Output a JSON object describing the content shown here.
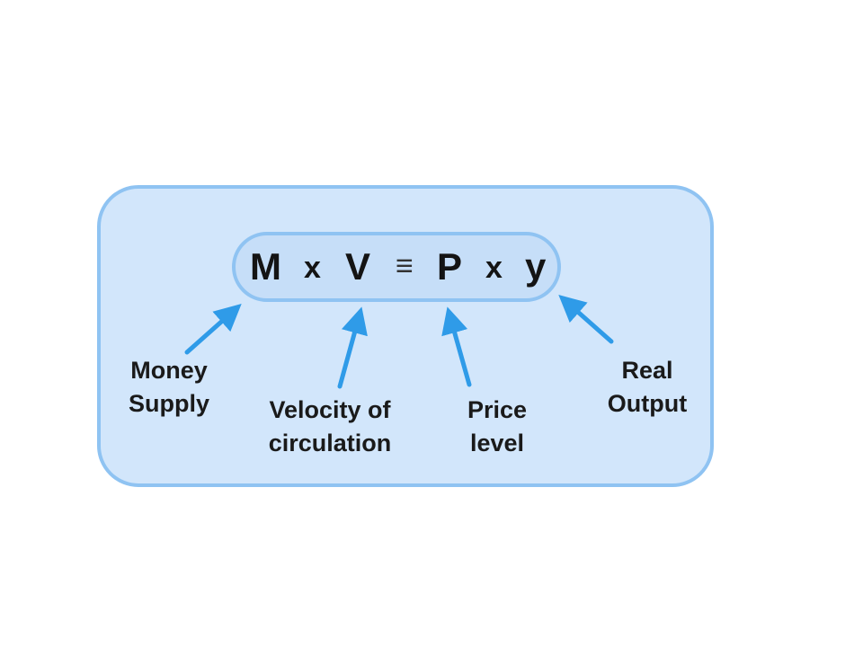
{
  "equation": {
    "money_symbol": "M",
    "times_1": "x",
    "velocity_symbol": "V",
    "identity_sign": "≡",
    "price_symbol": "P",
    "times_2": "x",
    "output_symbol": "y"
  },
  "labels": {
    "money_supply": [
      "Money",
      "Supply"
    ],
    "velocity": [
      "Velocity of",
      "circulation"
    ],
    "price_level": [
      "Price",
      "level"
    ],
    "real_output": [
      "Real",
      "Output"
    ]
  },
  "colors": {
    "panel_fill": "#d2e6fb",
    "panel_border": "#8fc3f2",
    "arrow": "#2f9be8",
    "text": "#1a1a1a"
  }
}
